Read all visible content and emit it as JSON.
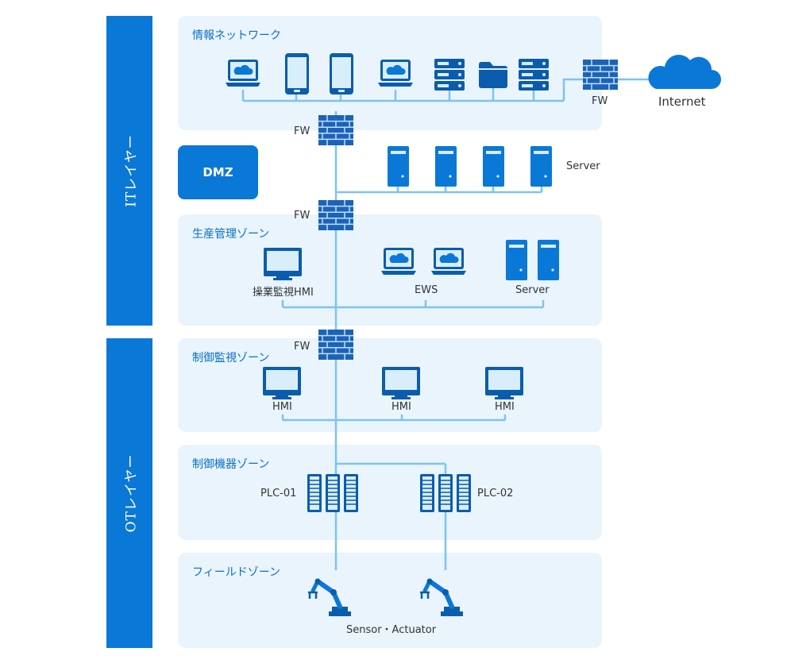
{
  "layers": {
    "it": "ITレイヤー",
    "ot": "OTレイヤー"
  },
  "zones": {
    "info_network": "情報ネットワーク",
    "dmz": "DMZ",
    "production": "生産管理ゾーン",
    "control_monitor": "制御監視ゾーン",
    "control_device": "制御機器ゾーン",
    "field": "フィールドゾーン"
  },
  "labels": {
    "fw": "FW",
    "internet": "Internet",
    "server": "Server",
    "ops_hmi": "操業監視HMI",
    "ews": "EWS",
    "hmi": "HMI",
    "plc1": "PLC-01",
    "plc2": "PLC-02",
    "sensor_actuator": "Sensor・Actuator"
  },
  "colors": {
    "primary": "#0a78d7",
    "zone_bg": "#e9f4fc",
    "line": "#7cc4f0",
    "icon_dark": "#0b5cad"
  },
  "icons": [
    "laptop-cloud-icon",
    "smartphone-icon",
    "rack-server-icon",
    "folder-icon",
    "firewall-icon",
    "cloud-icon",
    "tower-server-icon",
    "monitor-icon",
    "plc-icon",
    "robot-arm-icon"
  ]
}
